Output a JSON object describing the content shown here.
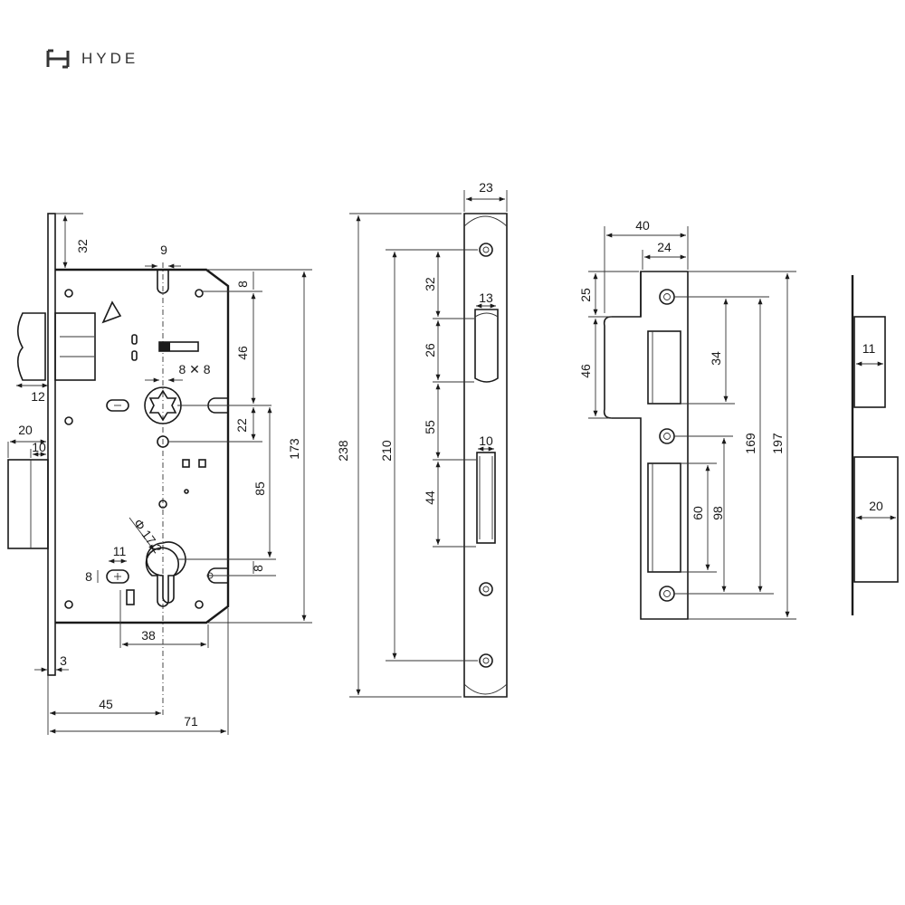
{
  "brand": {
    "name": "HYDE"
  },
  "lock_body": {
    "dims": {
      "d32": "32",
      "d9": "9",
      "d8a": "8",
      "d46": "46",
      "d8x8": "8 ✕ 8",
      "d22": "22",
      "d173": "173",
      "d85": "85",
      "d17_2": "Φ 17.2",
      "d8b": "8",
      "d12": "12",
      "d20": "20",
      "d10": "10",
      "d11": "11",
      "d8c": "8",
      "d38": "38",
      "d3": "3",
      "d45": "45",
      "d71": "71"
    }
  },
  "faceplate": {
    "dims": {
      "d23": "23",
      "d238": "238",
      "d210": "210",
      "d32": "32",
      "d13": "13",
      "d26": "26",
      "d55": "55",
      "d10": "10",
      "d44": "44"
    }
  },
  "strike_plate": {
    "dims": {
      "d40": "40",
      "d24": "24",
      "d25": "25",
      "d46": "46",
      "d34": "34",
      "d169": "169",
      "d197": "197",
      "d60": "60",
      "d98": "98"
    }
  },
  "side_view": {
    "dims": {
      "d11": "11",
      "d20": "20"
    }
  },
  "colors": {
    "line": "#1a1a1a",
    "background": "#ffffff"
  }
}
